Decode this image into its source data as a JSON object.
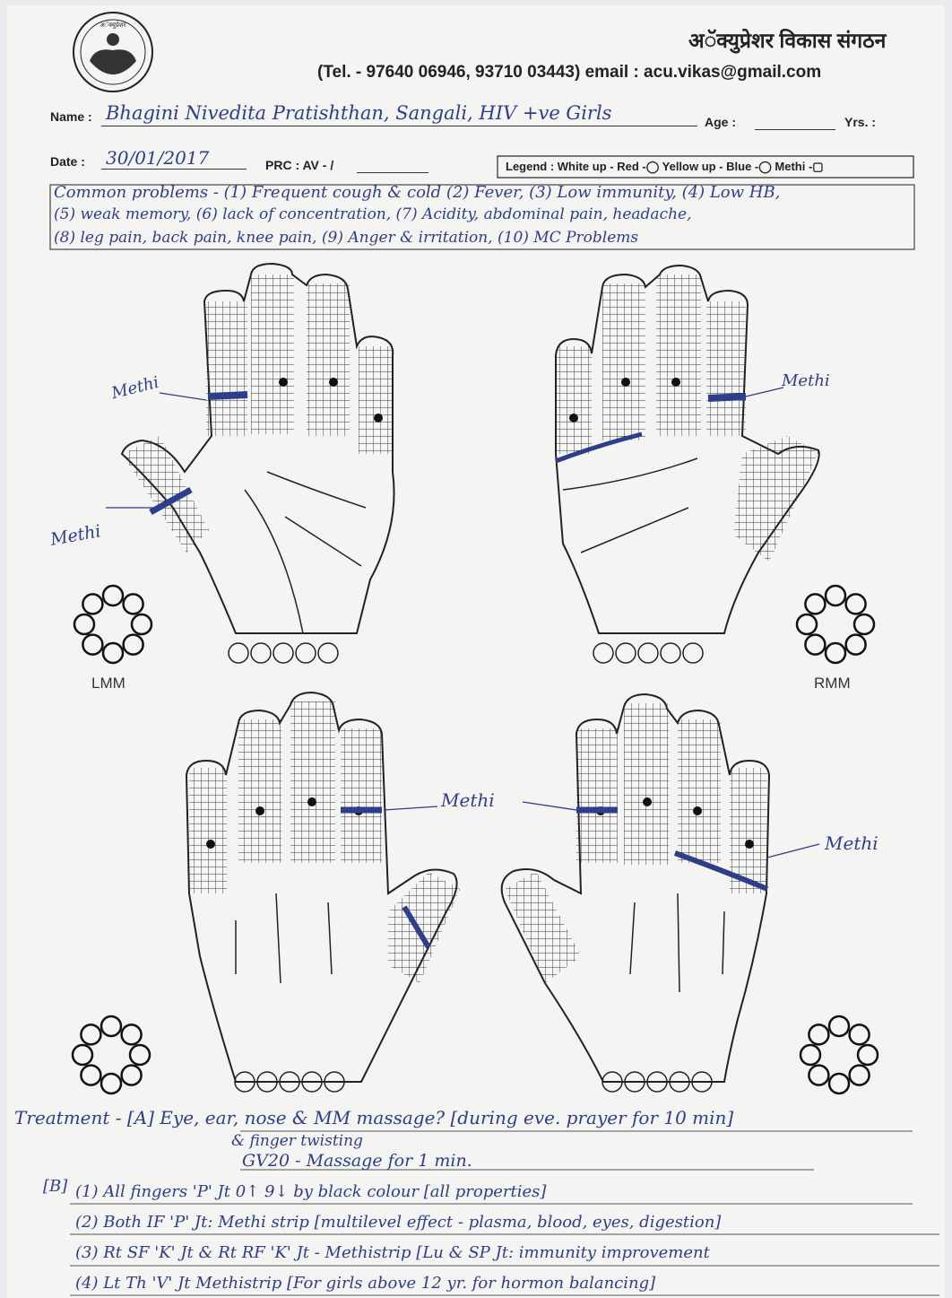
{
  "org": {
    "logo_text": "अॅक्युप्रेशर विकास संगठन",
    "name": "अॅक्युप्रेशर विकास संगठन",
    "contact": "(Tel. - 97640 06946, 93710 03443)  email : acu.vikas@gmail.com"
  },
  "form": {
    "name_label": "Name :",
    "name_value": "Bhagini Nivedita Pratishthan, Sangali, HIV +ve Girls",
    "age_label": "Age :",
    "yrs_label": "Yrs. :",
    "date_label": "Date :",
    "date_value": "30/01/2017",
    "prc_label": "PRC : AV -  /",
    "legend_label": "Legend : White up - Red -◯   Yellow up - Blue -◯   Methi -▢"
  },
  "problems": {
    "line1": "Common problems - (1) Frequent cough & cold  (2) Fever, (3) Low immunity, (4) Low HB,",
    "line2": "(5) weak memory, (6) lack of concentration, (7) Acidity, abdominal pain, headache,",
    "line3": "(8) leg pain, back pain, knee pain, (9) Anger & irritation, (10) MC Problems"
  },
  "annotations": {
    "methi_tl_index": "Methi",
    "methi_tl_thumb": "Methi",
    "methi_tr": "Methi",
    "methi_bottom_center": "Methi",
    "methi_br": "Methi"
  },
  "labels": {
    "lmm": "LMM",
    "rmm": "RMM"
  },
  "treatment": {
    "line_a": "Treatment - [A] Eye, ear, nose & MM massage? [during eve. prayer for 10 min]",
    "line_a2": "& finger twisting",
    "line_a3": "GV20 - Massage   for   1 min.",
    "b_label": "[B]",
    "item1": "(1) All fingers 'P' Jt  0↑ 9↓ by black colour [all properties]",
    "item2": "(2) Both IF 'P' Jt: Methi strip  [multilevel effect - plasma, blood, eyes, digestion]",
    "item3": "(3) Rt SF 'K' Jt & Rt RF 'K' Jt - Methistrip [Lu & SP Jt: immunity improvement",
    "item4": "(4) Lt Th 'V' Jt Methistrip  [For girls above 12 yr. for hormon balancing]"
  }
}
